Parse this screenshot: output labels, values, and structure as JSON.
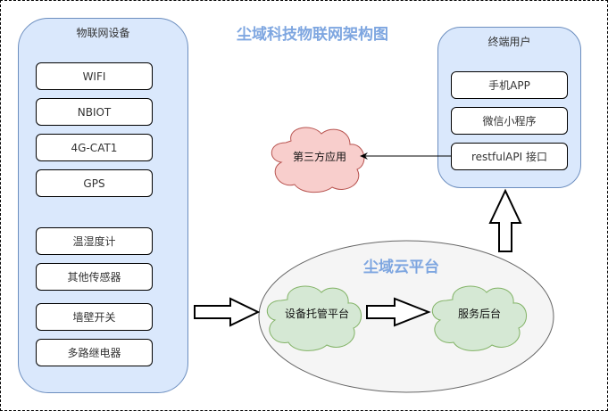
{
  "diagram": {
    "title": "尘域科技物联网架构图",
    "devices_group": {
      "title": "物联网设备",
      "items": [
        "WIFI",
        "NBIOT",
        "4G-CAT1",
        "GPS",
        "温湿度计",
        "其他传感器",
        "墙壁开关",
        "多路继电器"
      ]
    },
    "users_group": {
      "title": "终端用户",
      "items": [
        "手机APP",
        "微信小程序",
        "restfulAPI 接口"
      ]
    },
    "third_party": {
      "label": "第三方应用"
    },
    "cloud": {
      "title": "尘域云平台",
      "hosting": "设备托管平台",
      "backend": "服务后台"
    },
    "colors": {
      "group_fill": "#dae8fc",
      "group_stroke": "#6c8ebf",
      "title": "#7ea6e0",
      "cloud_pink_fill": "#f8cecc",
      "cloud_pink_stroke": "#b85450",
      "cloud_green_fill": "#d5e8d4",
      "cloud_green_stroke": "#82b366",
      "ellipse_fill": "#f5f5f5",
      "ellipse_stroke": "#666666"
    }
  }
}
